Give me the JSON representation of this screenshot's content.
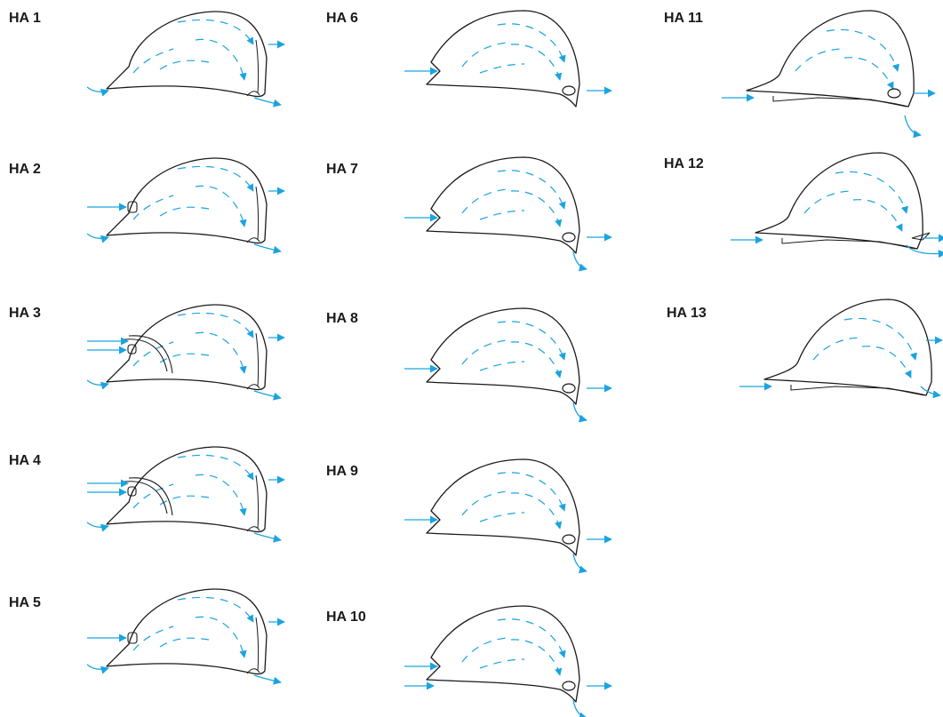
{
  "colors": {
    "outline": "#1a1a1a",
    "airflow": "#1aa3e0"
  },
  "panels": [
    {
      "label": "HA 1",
      "type": "A",
      "variant": "cap"
    },
    {
      "label": "HA 2",
      "type": "A",
      "variant": "front-vent"
    },
    {
      "label": "HA 3",
      "type": "A",
      "variant": "front-band"
    },
    {
      "label": "HA 4",
      "type": "A",
      "variant": "front-band"
    },
    {
      "label": "HA 5",
      "type": "A",
      "variant": "front-vent"
    },
    {
      "label": "HA 6",
      "type": "B",
      "variant": "notch"
    },
    {
      "label": "HA 7",
      "type": "B",
      "variant": "notch-drain"
    },
    {
      "label": "HA 8",
      "type": "B",
      "variant": "notch-drain"
    },
    {
      "label": "HA 9",
      "type": "B",
      "variant": "notch-drain"
    },
    {
      "label": "HA 10",
      "type": "B",
      "variant": "low-drain"
    },
    {
      "label": "HA 11",
      "type": "C",
      "variant": "drain"
    },
    {
      "label": "HA 12",
      "type": "C",
      "variant": "rear-gap"
    },
    {
      "label": "HA 13",
      "type": "C",
      "variant": "open"
    }
  ]
}
